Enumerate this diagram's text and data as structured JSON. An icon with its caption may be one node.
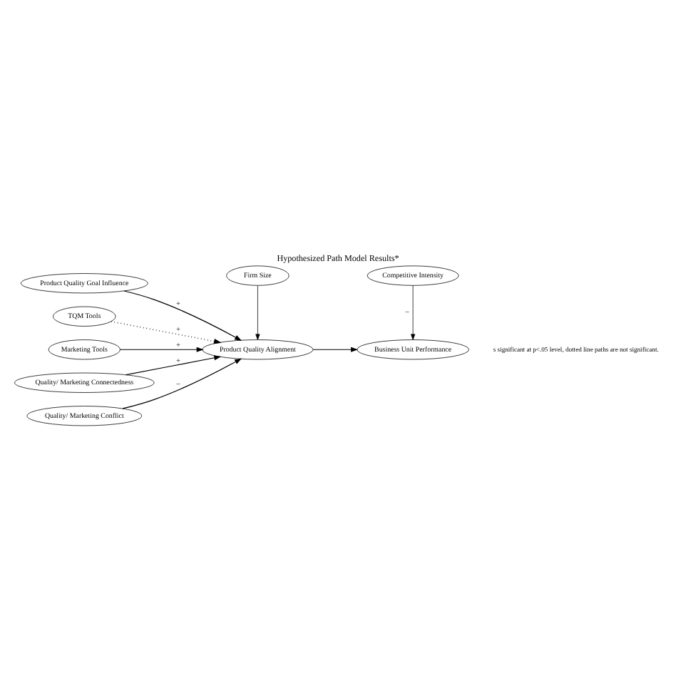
{
  "diagram": {
    "title": "Hypothesized Path Model Results*",
    "nodes": [
      {
        "text": [
          "Product Quality Goal Influence"
        ]
      },
      {
        "text": [
          "TQM Tools"
        ]
      },
      {
        "text": [
          "Marketing Tools"
        ]
      },
      {
        "text": [
          "Quality/ Marketing Connectedness"
        ]
      },
      {
        "text": [
          "Quality/ Marketing Conflict"
        ]
      },
      {
        "text": [
          "Product Quality Alignment"
        ]
      },
      {
        "text": [
          "Business Unit Performance"
        ]
      },
      {
        "text": [
          "Firm Size"
        ]
      },
      {
        "text": [
          "Competitive Intensity"
        ]
      }
    ],
    "edges": [
      {
        "from": 0,
        "to": 5,
        "arrow": "to",
        "label": "+"
      },
      {
        "from": 1,
        "to": 5,
        "arrow": "to",
        "label": "+",
        "style": "dashed"
      },
      {
        "from": 2,
        "to": 5,
        "arrow": "to",
        "label": "+"
      },
      {
        "from": 3,
        "to": 5,
        "arrow": "to",
        "label": "+"
      },
      {
        "from": 4,
        "to": 5,
        "arrow": "to",
        "label": "−"
      },
      {
        "from": 5,
        "to": 6,
        "arrow": "to"
      },
      {
        "from": 7,
        "to": 5,
        "arrow": "to"
      },
      {
        "from": 8,
        "to": 6,
        "arrow": "to",
        "label": "−"
      }
    ],
    "labels": [
      "s significant at p<.05 level, dotted line paths are not significant."
    ]
  }
}
